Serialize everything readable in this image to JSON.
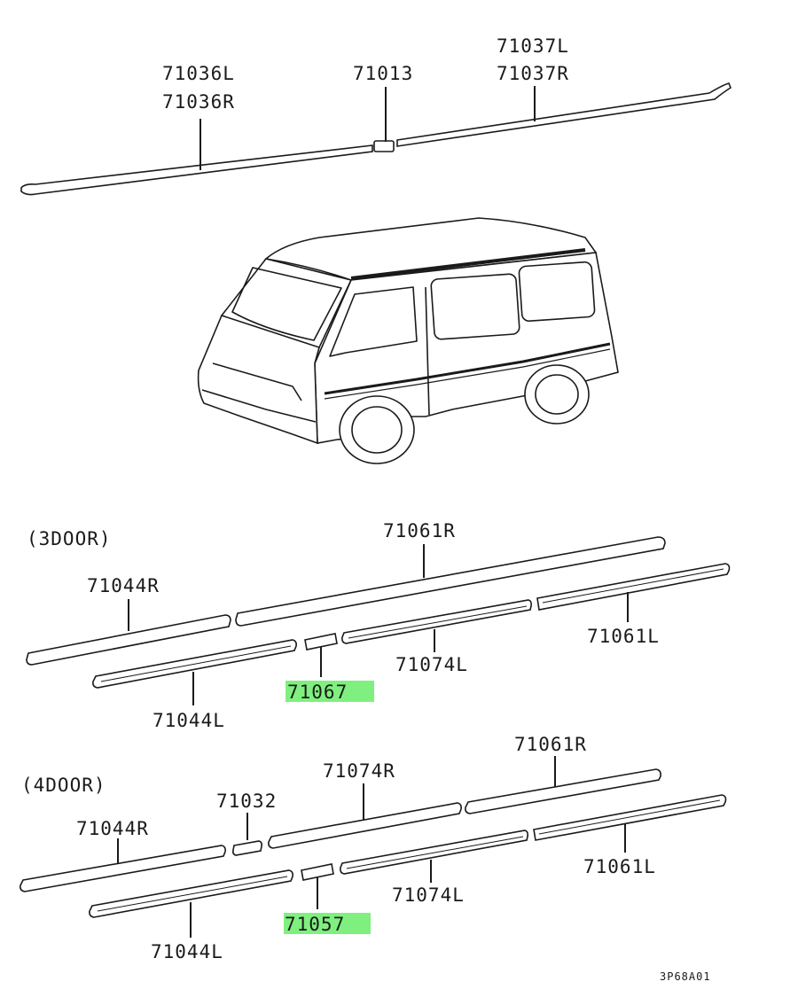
{
  "diagram": {
    "top": {
      "left_labels": [
        "71036L",
        "71036R"
      ],
      "center_label": "71013",
      "right_labels": [
        "71037L",
        "71037R"
      ]
    },
    "section_3door": {
      "heading": "(3DOOR)",
      "labels": {
        "p71061R": "71061R",
        "p71044R": "71044R",
        "p71061L": "71061L",
        "p71074L": "71074L",
        "p71044L": "71044L"
      },
      "highlight_label": "71067"
    },
    "section_4door": {
      "heading": "(4DOOR)",
      "labels": {
        "p71061R": "71061R",
        "p71074R": "71074R",
        "p71032": "71032",
        "p71044R": "71044R",
        "p71061L": "71061L",
        "p71074L": "71074L",
        "p71044L": "71044L"
      },
      "highlight_label": "71057"
    },
    "figure_code": "3P68A01",
    "colors": {
      "highlight": "#7ff07f",
      "line": "#1a1a1a"
    }
  }
}
